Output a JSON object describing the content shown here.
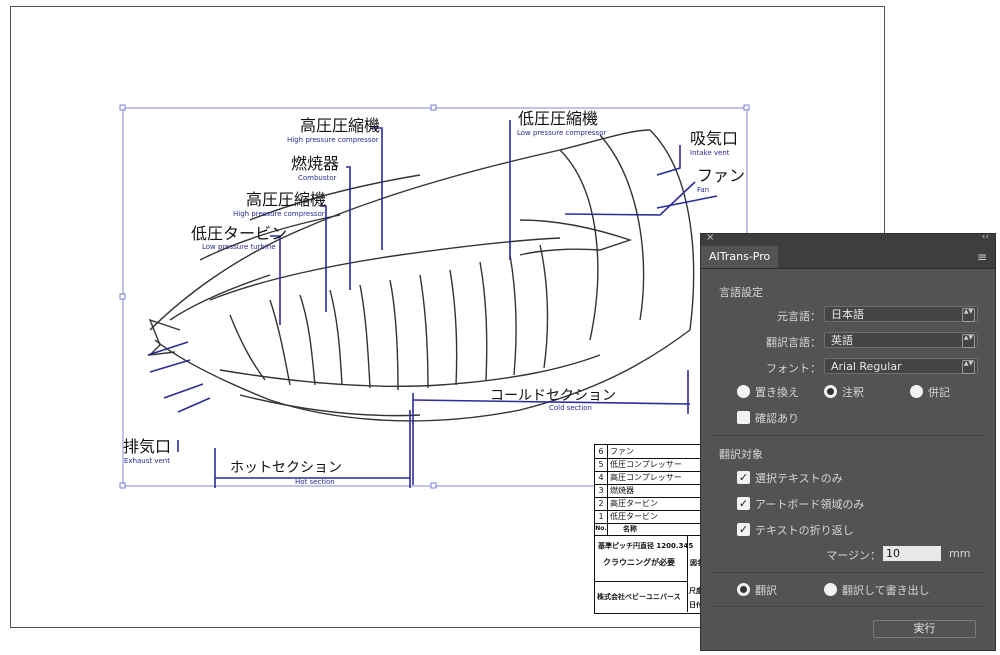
{
  "drawing": {
    "callouts": {
      "hp_comp_top": {
        "jp": "高圧圧縮機",
        "en": "High pressure compressor"
      },
      "lp_comp": {
        "jp": "低圧圧縮機",
        "en": "Low pressure compressor"
      },
      "intake": {
        "jp": "吸気口",
        "en": "Intake vent"
      },
      "fan": {
        "jp": "ファン",
        "en": "Fan"
      },
      "combustor": {
        "jp": "燃焼器",
        "en": "Combustor"
      },
      "hp_comp_mid": {
        "jp": "高圧圧縮機",
        "en": "High pressure compressor"
      },
      "lp_turbine": {
        "jp": "低圧タービン",
        "en": "Low pressure turbine"
      },
      "exhaust": {
        "jp": "排気口",
        "en": "Exhaust vent"
      },
      "cold": {
        "jp": "コールドセクション",
        "en": "Cold section"
      },
      "hot": {
        "jp": "ホットセクション",
        "en": "Hot section"
      }
    },
    "title_block": {
      "rows": [
        {
          "no": "6",
          "name": "ファン"
        },
        {
          "no": "5",
          "name": "低圧コンプレッサー"
        },
        {
          "no": "4",
          "name": "高圧コンプレッサー"
        },
        {
          "no": "3",
          "name": "燃焼器"
        },
        {
          "no": "2",
          "name": "高圧タービン"
        },
        {
          "no": "1",
          "name": "低圧タービン"
        }
      ],
      "header_no": "No.",
      "header_name": "名称",
      "note1": "基準ピッチ円直径 1200.345",
      "note2": "クラウニングが必要",
      "side_label": "図名",
      "company": "株式会社ベビーユニバース",
      "scale_label": "尺度",
      "date_label": "日付"
    }
  },
  "panel": {
    "close_glyph": "×",
    "collapse_glyph": "‹‹",
    "tab_label": "AITrans-Pro",
    "menu_glyph": "≡",
    "lang_section": "言語設定",
    "source_label": "元言語：",
    "source_value": "日本語",
    "target_label": "翻訳言語：",
    "target_value": "英語",
    "font_label": "フォント：",
    "font_value": "Arial Regular",
    "mode_replace": "置き換え",
    "mode_note": "注釈",
    "mode_both": "併記",
    "confirm_label": "確認あり",
    "target_section": "翻訳対象",
    "opt_selected": "選択テキストのみ",
    "opt_artboard": "アートボード領域のみ",
    "opt_wrap": "テキストの折り返し",
    "margin_label": "マージン：",
    "margin_value": "10",
    "margin_unit": "mm",
    "action_translate": "翻訳",
    "action_export": "翻訳して書き出し",
    "run_label": "実行",
    "check_glyph": "✓",
    "arrow_glyph": "▲▼"
  }
}
